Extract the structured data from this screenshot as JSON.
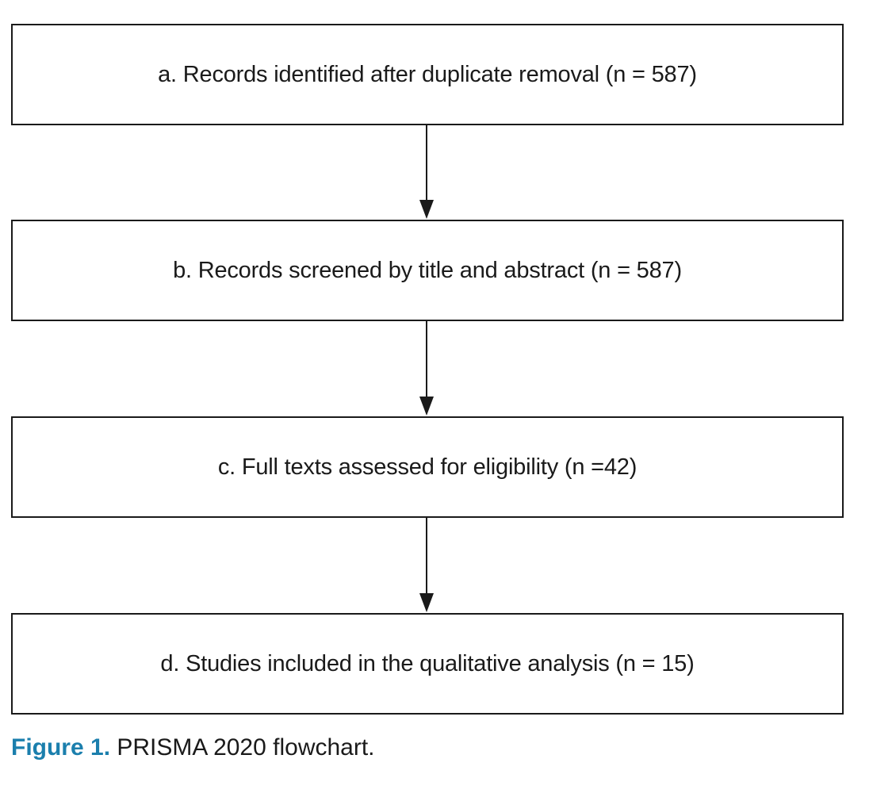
{
  "flowchart": {
    "steps": [
      {
        "id": "a",
        "text": "a. Records identified after duplicate removal (n = 587)"
      },
      {
        "id": "b",
        "text": "b. Records screened by title and abstract (n = 587)"
      },
      {
        "id": "c",
        "text": "c. Full texts assessed for eligibility (n =42)"
      },
      {
        "id": "d",
        "text": "d. Studies included in the qualitative analysis (n = 15)"
      }
    ]
  },
  "caption": {
    "label": "Figure 1.",
    "text": " PRISMA 2020 flowchart."
  },
  "colors": {
    "caption_label": "#1b7fad",
    "line": "#1a1a1a"
  }
}
